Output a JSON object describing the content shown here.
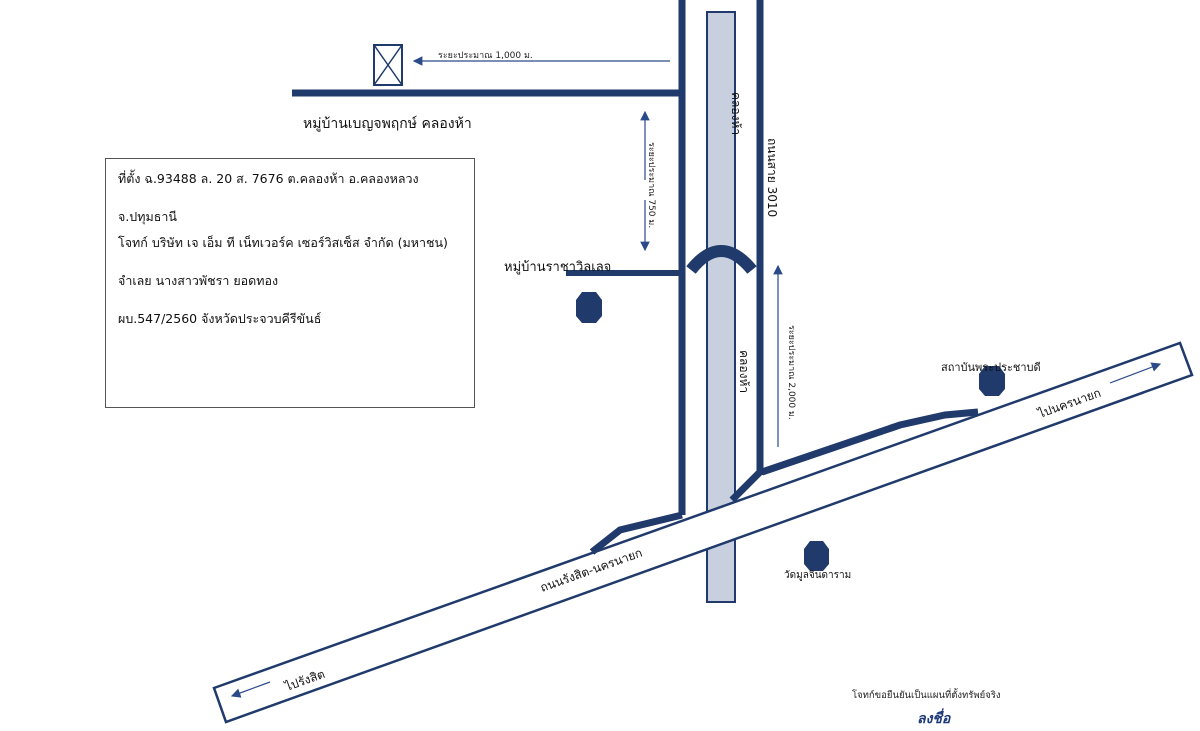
{
  "map": {
    "labels": {
      "village_top": "หมู่บ้านเบญจพฤกษ์ คลองห้า",
      "village_mid": "หมู่บ้านราชาวิลเลจ",
      "canal_top": "คลองห้า",
      "canal_mid": "คลองห้า",
      "road_vertical": "ถนนสาย 3010",
      "main_road": "ถนนรังสิต-นครนายก",
      "institute": "สถาบันพระประชาบดี",
      "temple": "วัดมูลจินดาราม",
      "to_nakhon_nayok": "ไปนครนายก",
      "to_rangsit": "ไปรังสิต"
    },
    "distances": {
      "left": "ระยะประมาณ  1,000 ม.",
      "mid": "ระยะประมาณ 750 ม.",
      "right": "ระยะประมาณ 2,000 ม."
    },
    "colors": {
      "road": "#1f3a6b",
      "canal_fill": "#c8d0e0",
      "arrow": "#2a4a8a"
    }
  },
  "info": {
    "line1": "ที่ตั้ง ฉ.93488 ล. 20 ส. 7676 ต.คลองห้า อ.คลองหลวง",
    "line2": "จ.ปทุมธานี",
    "line3": "โจทก์ บริษัท เจ เอ็ม ที เน็ทเวอร์ค เซอร์วิสเซ็ส จำกัด (มหาชน)",
    "line4": "จำเลย  นางสาวพัชรา ยอดทอง",
    "line5": "ผบ.547/2560   จังหวัดประจวบคีรีขันธ์"
  },
  "footer": {
    "note": "โจทก์ขอยืนยันเป็นแผนที่ตั้งทรัพย์จริง",
    "signature": "ลงชื่อ"
  }
}
